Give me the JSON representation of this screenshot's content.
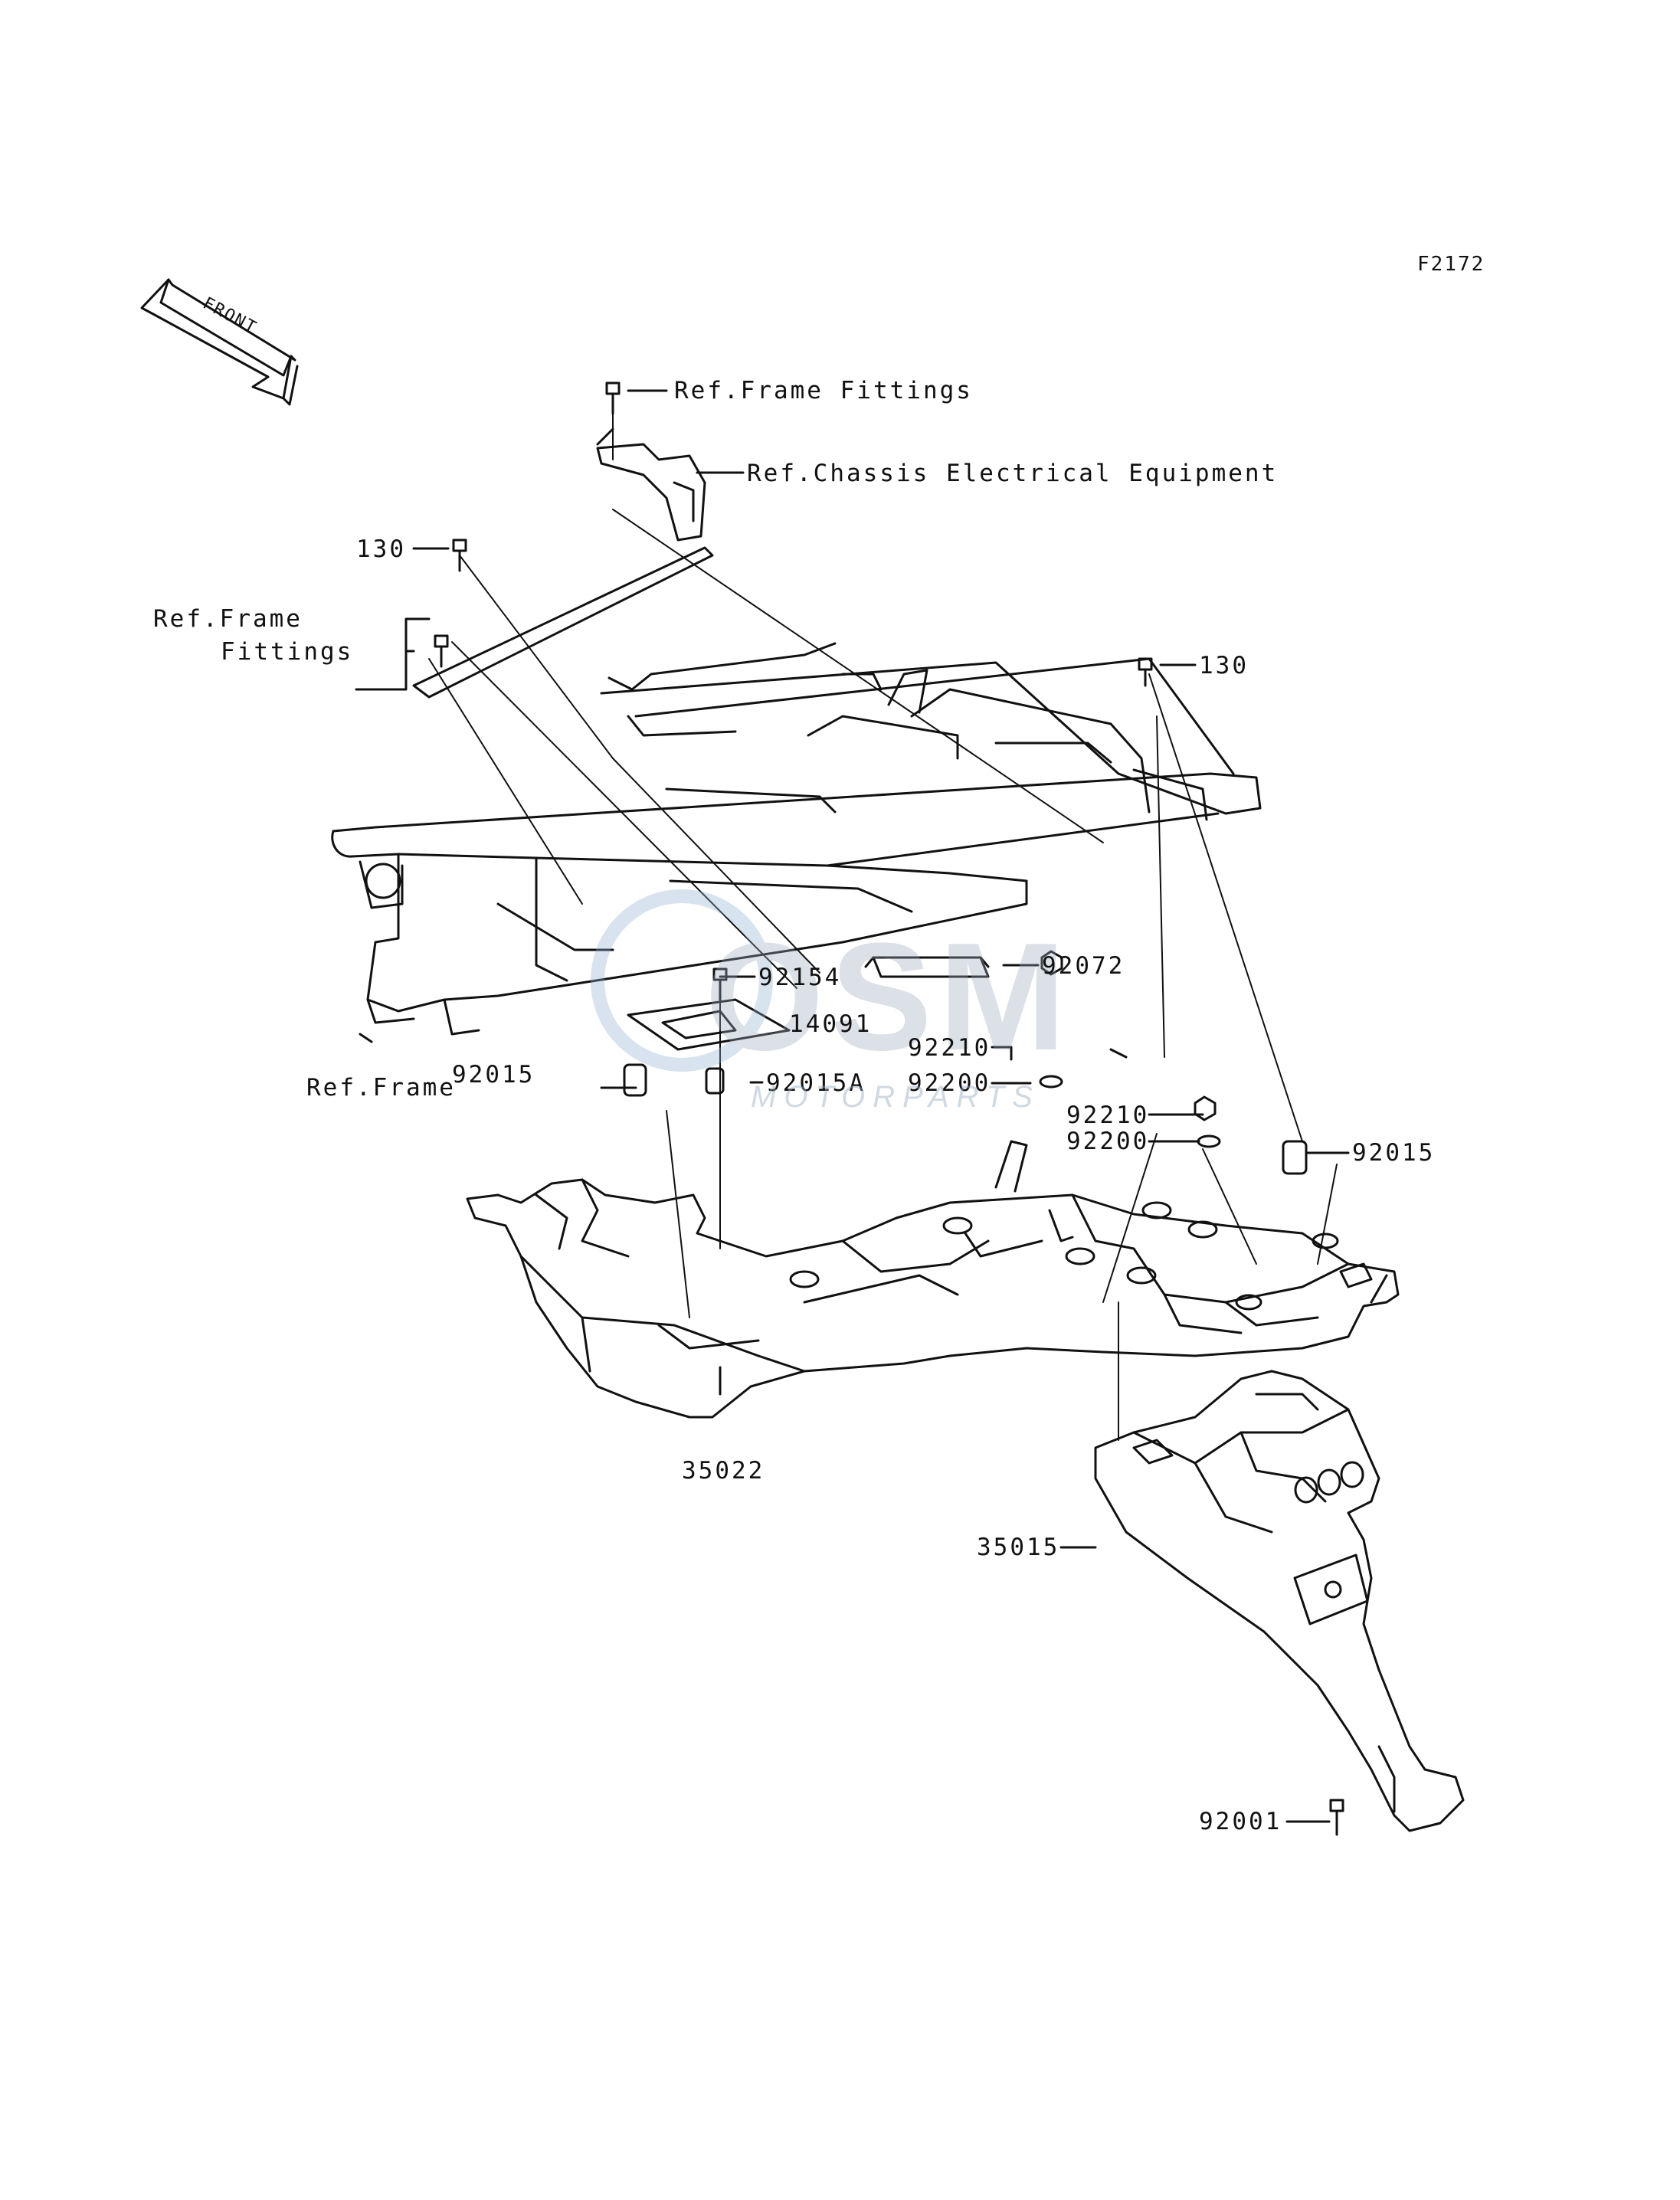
{
  "figure_code": "F2172",
  "front_marker": "FRONT",
  "watermark": {
    "logo": "OSM",
    "text": "MOTORPARTS",
    "color": "#9fb2c6"
  },
  "callouts": [
    {
      "id": "ref-frame-fittings-top",
      "text": "Ref.Frame Fittings"
    },
    {
      "id": "ref-chassis-electrical",
      "text": "Ref.Chassis Electrical Equipment"
    },
    {
      "id": "130-left",
      "text": "130"
    },
    {
      "id": "ref-frame-fittings-left-1",
      "text": "Ref.Frame"
    },
    {
      "id": "ref-frame-fittings-left-2",
      "text": "Fittings"
    },
    {
      "id": "130-right",
      "text": "130"
    },
    {
      "id": "92072",
      "text": "92072"
    },
    {
      "id": "92154",
      "text": "92154"
    },
    {
      "id": "14091",
      "text": "14091"
    },
    {
      "id": "92015A",
      "text": "92015A"
    },
    {
      "id": "92015-left",
      "text": "92015"
    },
    {
      "id": "ref-frame",
      "text": "Ref.Frame"
    },
    {
      "id": "92210-a",
      "text": "92210"
    },
    {
      "id": "92200-a",
      "text": "92200"
    },
    {
      "id": "92210-b",
      "text": "92210"
    },
    {
      "id": "92200-b",
      "text": "92200"
    },
    {
      "id": "92015-right",
      "text": "92015"
    },
    {
      "id": "35022",
      "text": "35022"
    },
    {
      "id": "35015",
      "text": "35015"
    },
    {
      "id": "92001",
      "text": "92001"
    }
  ]
}
